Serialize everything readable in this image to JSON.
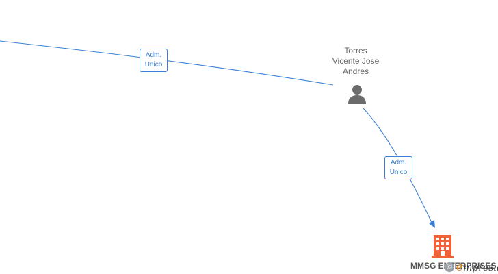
{
  "nodes": {
    "person": {
      "name_lines": [
        "Torres",
        "Vicente Jose",
        "Andres"
      ],
      "icon": "person-icon"
    },
    "company": {
      "name": "MMSG ENTERPRISES",
      "icon": "building-icon"
    }
  },
  "edges": [
    {
      "from": "offscreen-left",
      "to": "person",
      "label_lines": [
        "Adm.",
        "Unico"
      ]
    },
    {
      "from": "person",
      "to": "company",
      "label_lines": [
        "Adm.",
        "Unico"
      ]
    }
  ],
  "colors": {
    "edge": "#3a7fd5",
    "person_icon": "#6b6b6b",
    "company_icon": "#f0623a",
    "text": "#666666"
  },
  "watermark": {
    "copyright_symbol": "©",
    "brand_initial": "e",
    "brand_rest": "mpresia"
  }
}
